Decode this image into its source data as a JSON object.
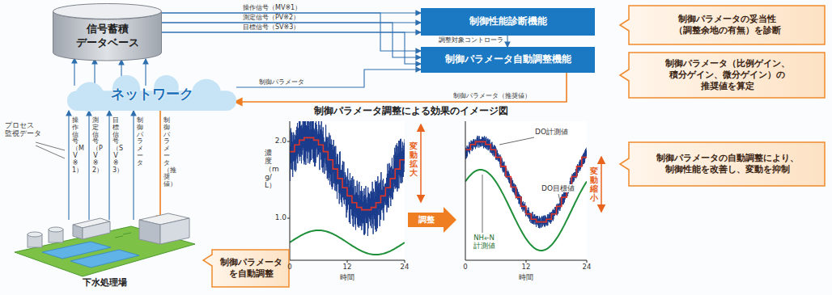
{
  "diagram": {
    "nodes": [
      {
        "text": [
          "信号蓄積 データベース"
        ]
      },
      {
        "text": [
          "ネットワーク"
        ]
      },
      {
        "text": [
          "下水処理場"
        ]
      },
      {
        "text": [
          "制御性能診断機能"
        ]
      },
      {
        "text": [
          "制御パラメータ自動調整機能"
        ]
      },
      {
        "text": [
          "制御パラメータの妥当性 （調整余地の有無）を診断"
        ]
      },
      {
        "text": [
          "制御パラメータ（比例ゲイン、 積分ゲイン、微分ゲイン）の 推奨値を算定"
        ]
      },
      {
        "text": [
          "制御パラメータの自動調整により、 制御性能を改善し、変動を抑制"
        ]
      },
      {
        "text": [
          "制御パラメータ を自動調整"
        ]
      }
    ],
    "edges": [
      {
        "from": 0,
        "to": 3,
        "arrow": "to",
        "label": "操作信号（MV※1）"
      },
      {
        "from": 0,
        "to": 3,
        "arrow": "to",
        "label": "測定信号（PV※2）"
      },
      {
        "from": 0,
        "to": 3,
        "arrow": "to",
        "label": "目標信号（SV※3）"
      },
      {
        "from": 0,
        "to": 4,
        "arrow": "to"
      },
      {
        "from": 0,
        "to": 4,
        "arrow": "to"
      },
      {
        "from": 0,
        "to": 4,
        "arrow": "to"
      },
      {
        "from": 3,
        "to": 4,
        "arrow": "to",
        "label": "調整対象コントローラ"
      },
      {
        "from": 1,
        "to": 4,
        "arrow": "to",
        "label": "制御パラメータ"
      },
      {
        "from": 4,
        "to": 1,
        "arrow": "to",
        "label": "制御パラメータ（推奨値）"
      },
      {
        "from": 2,
        "to": 1,
        "arrow": "to",
        "label": "操作信号（MV※1）"
      },
      {
        "from": 2,
        "to": 1,
        "arrow": "to",
        "label": "測定信号（PV※2）"
      },
      {
        "from": 2,
        "to": 1,
        "arrow": "to",
        "label": "目標信号（SV※3）"
      },
      {
        "from": 2,
        "to": 1,
        "arrow": "to",
        "label": "制御パラメータ"
      },
      {
        "from": 1,
        "to": 2,
        "arrow": "to",
        "label": "制御パラメータ（推奨値）"
      },
      {
        "from": 1,
        "to": 0,
        "arrow": "to"
      },
      {
        "from": 1,
        "to": 0,
        "arrow": "to"
      },
      {
        "from": 1,
        "to": 0,
        "arrow": "to"
      },
      {
        "from": 1,
        "to": 0,
        "arrow": "to"
      }
    ],
    "labels": [
      "プロセス 監視データ",
      "制御パラメータ調整による効果のイメージ図",
      "濃度（mg/L）",
      "2.0",
      "1.0",
      "0",
      "12",
      "24",
      "時間",
      "変動拡大",
      "調整",
      "0",
      "12",
      "24",
      "時間",
      "DO計測値",
      "DO目標値",
      "NH₄-N 計測値",
      "変動縮小"
    ]
  }
}
